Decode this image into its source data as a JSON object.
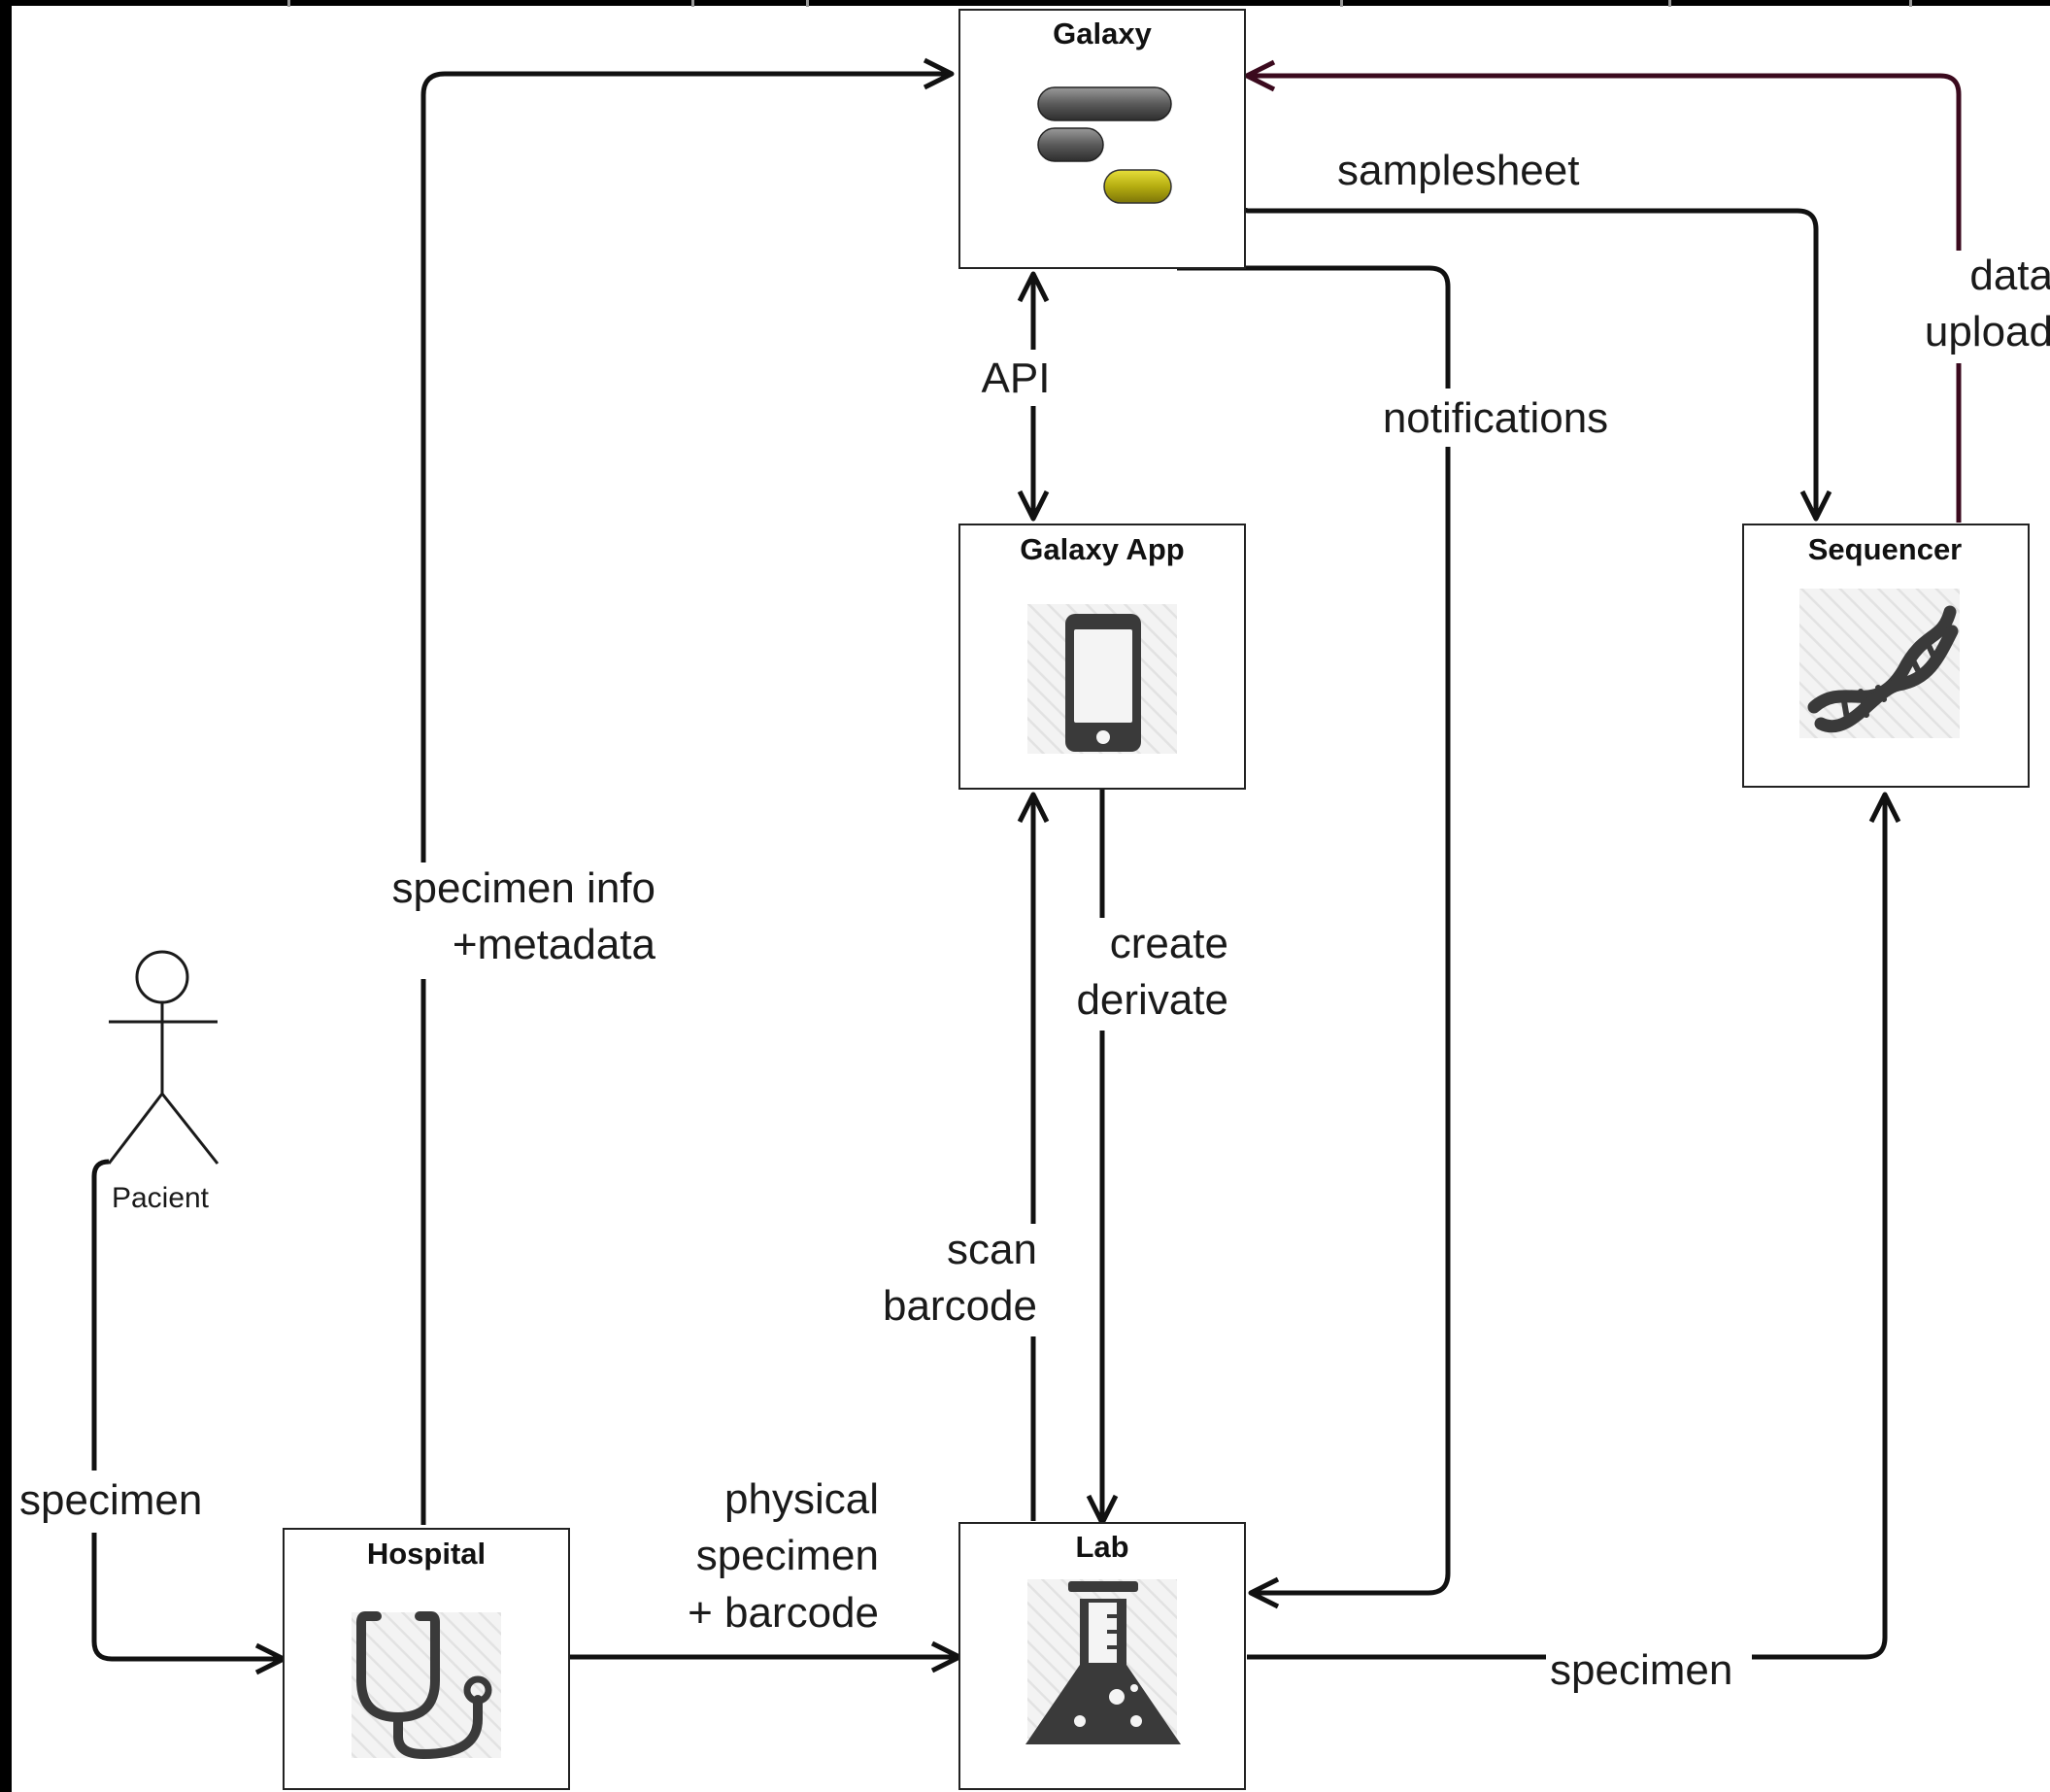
{
  "nodes": {
    "galaxy": "Galaxy",
    "galaxy_app": "Galaxy App",
    "sequencer": "Sequencer",
    "hospital": "Hospital",
    "lab": "Lab"
  },
  "actor": "Pacient",
  "edges": {
    "specimen_info": [
      "specimen info",
      "+metadata"
    ],
    "samplesheet": "samplesheet",
    "data_upload": [
      "data",
      "upload"
    ],
    "api": "API",
    "notifications": "notifications",
    "create_derivate": [
      "create",
      "derivate"
    ],
    "scan_barcode": [
      "scan",
      "barcode"
    ],
    "pacient_specimen": "specimen",
    "physical_specimen": [
      "physical",
      "specimen",
      "+ barcode"
    ],
    "lab_specimen": "specimen"
  },
  "colors": {
    "line": "#111111",
    "data_upload_line": "#3b0a1e",
    "icon_dark": "#3a3a3a",
    "icon_accent": "#b5ad10"
  },
  "icons": {
    "galaxy": "galaxy-logo-icon",
    "galaxy_app": "smartphone-icon",
    "sequencer": "dna-icon",
    "hospital": "stethoscope-icon",
    "lab": "flask-icon",
    "pacient": "stick-figure-icon"
  }
}
